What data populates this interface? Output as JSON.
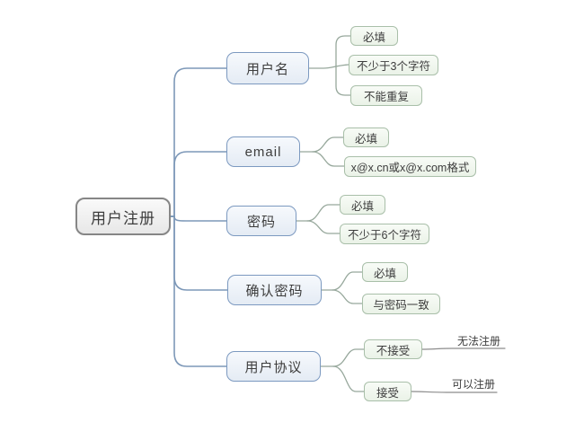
{
  "diagram": {
    "type": "mindmap",
    "root": {
      "label": "用户注册"
    },
    "branches": [
      {
        "label": "用户名",
        "children": [
          {
            "label": "必填"
          },
          {
            "label": "不少于3个字符"
          },
          {
            "label": "不能重复"
          }
        ]
      },
      {
        "label": "email",
        "children": [
          {
            "label": "必填"
          },
          {
            "label": "x@x.cn或x@x.com格式"
          }
        ]
      },
      {
        "label": "密码",
        "children": [
          {
            "label": "必填"
          },
          {
            "label": "不少于6个字符"
          }
        ]
      },
      {
        "label": "确认密码",
        "children": [
          {
            "label": "必填"
          },
          {
            "label": "与密码一致"
          }
        ]
      },
      {
        "label": "用户协议",
        "children": [
          {
            "label": "不接受",
            "children": [
              {
                "label": "无法注册"
              }
            ]
          },
          {
            "label": "接受",
            "children": [
              {
                "label": "可以注册"
              }
            ]
          }
        ]
      }
    ],
    "colors": {
      "text": "#3d3d3d",
      "root_fill": "#efefef",
      "root_border": "#868686",
      "branch_fill": "#e9f0f9",
      "branch_border": "#7c99c0",
      "leaf_fill": "#eff7ec",
      "leaf_border": "#a9bfa9",
      "branch_line": "#7d98b8",
      "leaf_line": "#97a89c",
      "subleaf_line": "#8c8c8c"
    }
  }
}
